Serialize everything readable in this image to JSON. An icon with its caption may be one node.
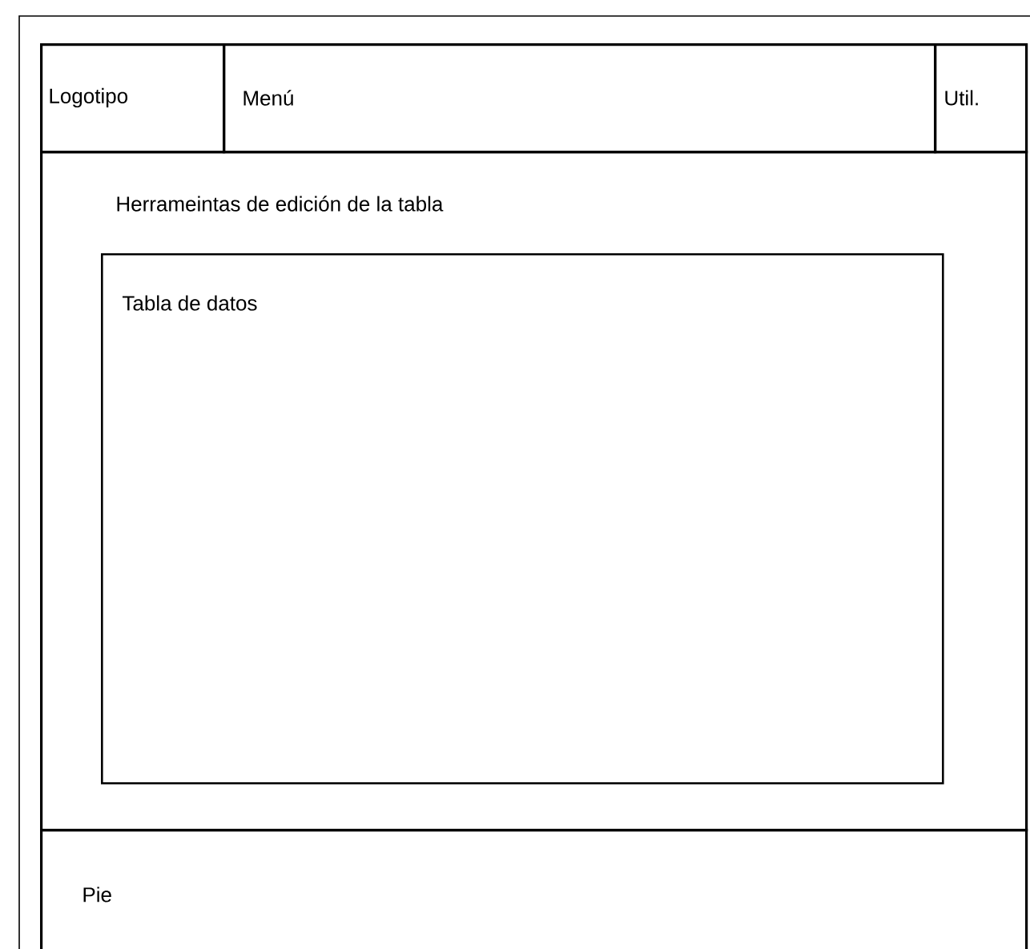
{
  "diagram": {
    "nodes": [
      {
        "text": [
          "Logotipo"
        ]
      },
      {
        "text": [
          "Menú"
        ]
      },
      {
        "text": [
          "Util."
        ]
      },
      {
        "text": [
          "Herrameintas de edición de la tabla"
        ]
      },
      {
        "text": [
          "Tabla de datos"
        ],
        "in": 3
      },
      {
        "text": [
          "Pie"
        ]
      }
    ]
  }
}
